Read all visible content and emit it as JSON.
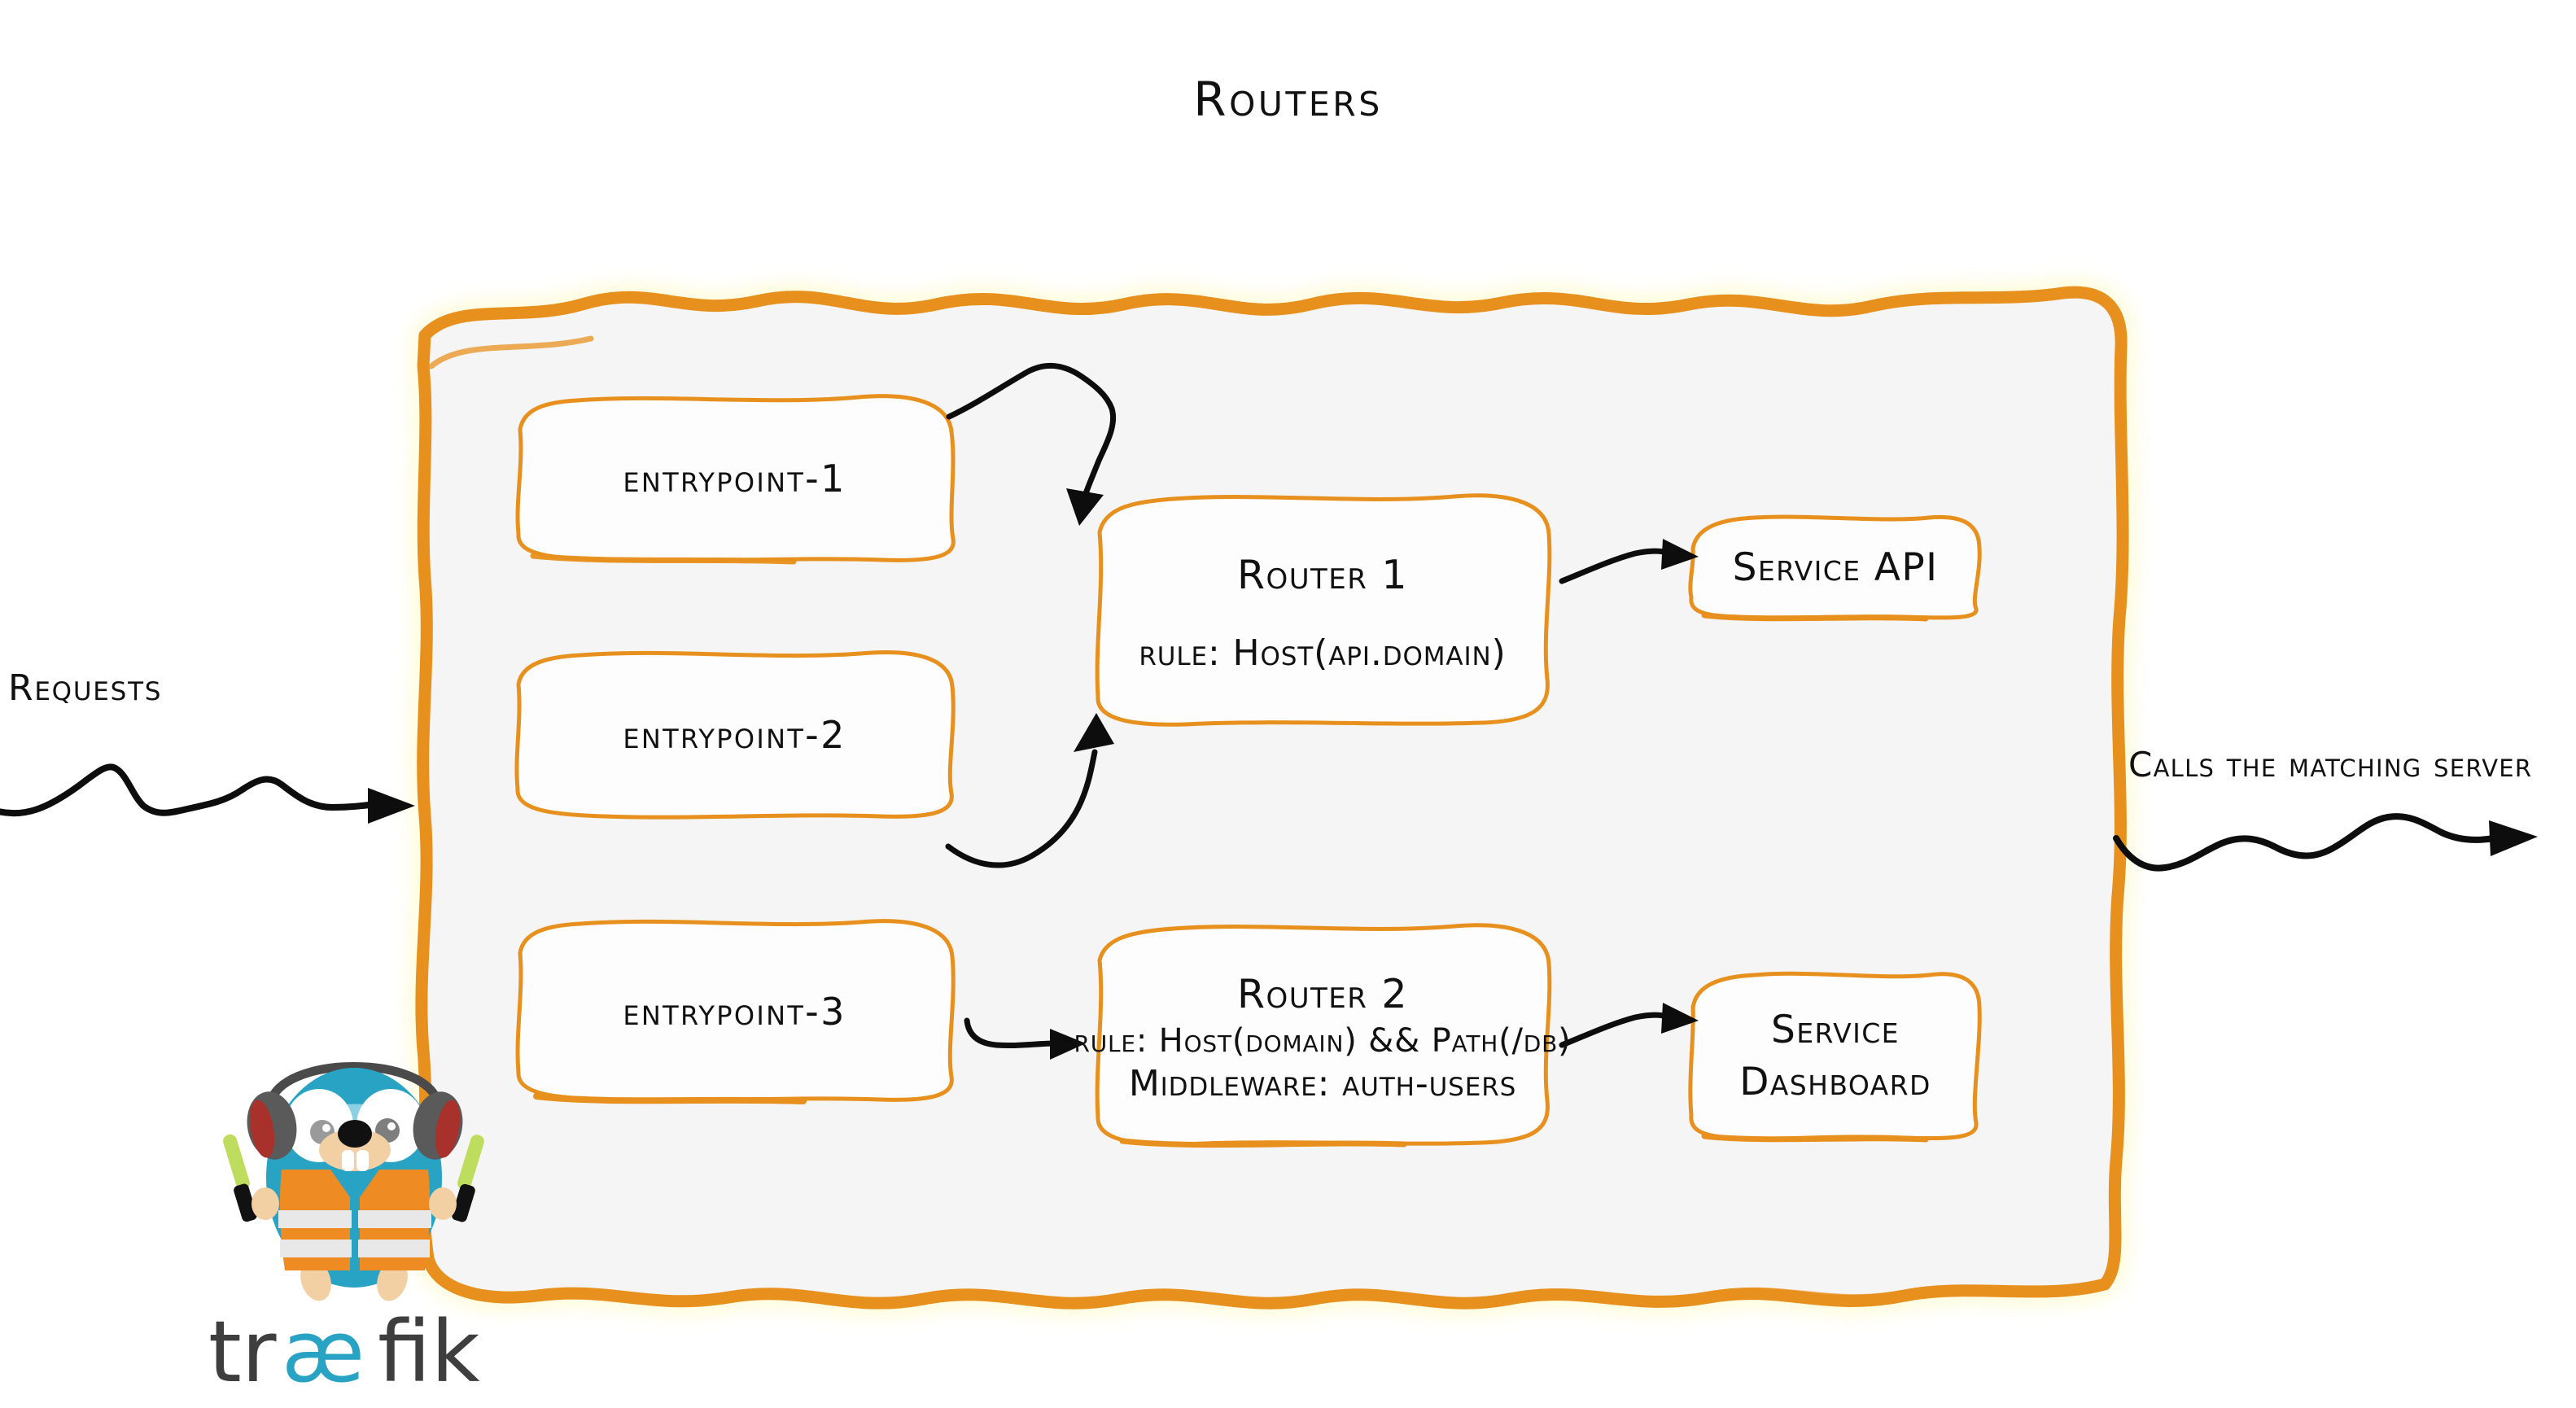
{
  "diagram": {
    "title": "Routers",
    "accent_color": "#E8901E",
    "ink_color": "#0D0D0D",
    "container_fill": "#F5F5F5",
    "page_background": "#FFFFFF"
  },
  "entrypoints": [
    {
      "id": "entrypoint-1",
      "label": "entrypoint-1"
    },
    {
      "id": "entrypoint-2",
      "label": "entrypoint-2"
    },
    {
      "id": "entrypoint-3",
      "label": "entrypoint-3"
    }
  ],
  "routers": [
    {
      "id": "router-1",
      "title": "Router 1",
      "rule": "rule: Host(api.domain)"
    },
    {
      "id": "router-2",
      "title": "Router 2",
      "rule": "rule: Host(domain) && Path(/db)",
      "middleware": "Middleware: auth-users"
    }
  ],
  "services": [
    {
      "id": "service-api",
      "line1": "Service API",
      "line2": ""
    },
    {
      "id": "service-dashboard",
      "line1": "Service",
      "line2": "Dashboard"
    }
  ],
  "annotations": {
    "incoming": "Requests",
    "outgoing": "Calls the matching server"
  },
  "brand": {
    "name": "traefik",
    "wordmark_dark": "#3E3E3E",
    "wordmark_accent": "#29A3C4",
    "gopher": {
      "body_color": "#29A3C4",
      "vest_color": "#EF8B23",
      "stripe_color": "#E8E8E8",
      "goggle_color": "#9ED8EA",
      "headphone_color": "#5A5A5A",
      "earcup_color": "#A8312B",
      "wand_color": "#BEDD5E",
      "muzzle_color": "#F2D0A4"
    }
  }
}
